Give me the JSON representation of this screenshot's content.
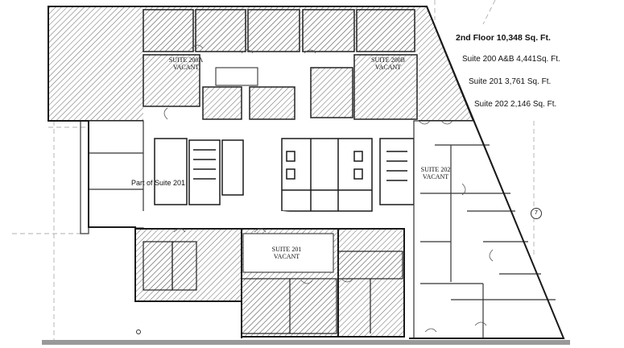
{
  "info": {
    "title": "2nd Floor 10,348 Sq. Ft.",
    "suite_a": "Suite 200 A&B 4,441Sq. Ft.",
    "suite_b": "Suite 201 3,761 Sq. Ft.",
    "suite_c": "Suite 202 2,146 Sq. Ft."
  },
  "suites": {
    "s200a": {
      "name": "SUITE 200A",
      "status": "VACANT"
    },
    "s200b": {
      "name": "SUITE 200B",
      "status": "VACANT"
    },
    "s202": {
      "name": "SUITE 202",
      "status": "VACANT"
    },
    "s201": {
      "name": "SUITE 201",
      "status": "VACANT"
    },
    "part": "Part of Suite 201"
  },
  "grid_tag": "7",
  "colors": {
    "wall": "#1a1a1a",
    "hatch": "#666666",
    "line": "#444444"
  }
}
